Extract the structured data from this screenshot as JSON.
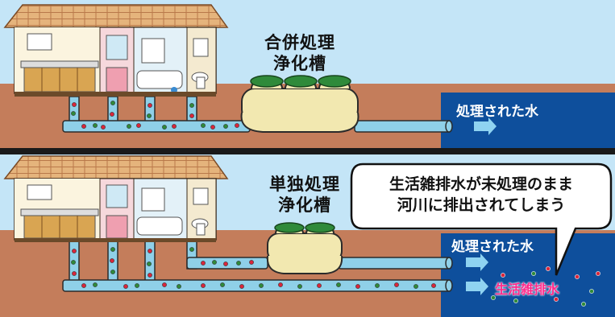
{
  "top_panel": {
    "tank_title_line1": "合併処理",
    "tank_title_line2": "浄化槽",
    "treated_water_label": "処理された水"
  },
  "bottom_panel": {
    "tank_title_line1": "単独処理",
    "tank_title_line2": "浄化槽",
    "treated_water_label": "処理された水",
    "untreated_label": "生活雑排水",
    "speech_line1": "生活雑排水が未処理のまま",
    "speech_line2": "河川に排出されてしまう"
  },
  "colors": {
    "sky": "#c4e5f7",
    "ground": "#c47d5b",
    "river": "#0e4f9c",
    "pipe": "#8fd0e8",
    "tank": "#f2e8b0",
    "tank_lid": "#2f8a3a",
    "roof": "#e5b47c",
    "arrow": "#8fd3f1"
  },
  "icons": [
    "house-icon",
    "kitchen-icon",
    "washbasin-icon",
    "bathtub-icon",
    "toilet-icon",
    "septic-tank-icon",
    "flow-arrow-icon"
  ]
}
